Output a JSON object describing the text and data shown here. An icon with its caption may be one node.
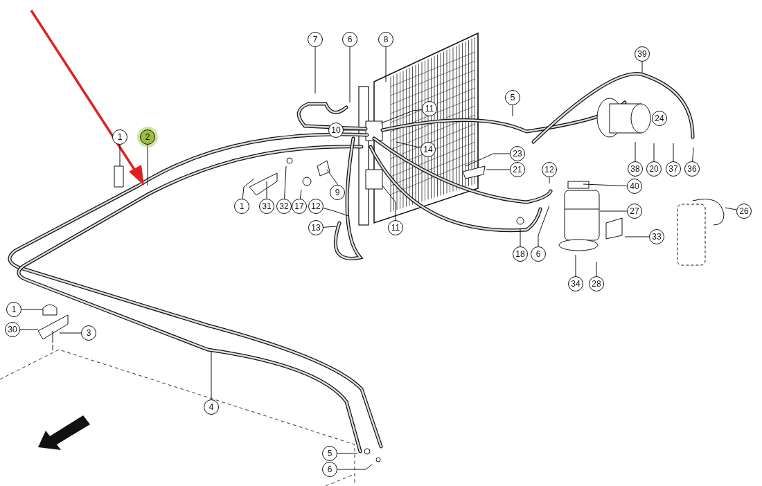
{
  "diagram": {
    "nodes": [
      {
        "text": [
          "7"
        ]
      },
      {
        "text": [
          "6"
        ]
      },
      {
        "text": [
          "8"
        ]
      },
      {
        "text": [
          "39"
        ]
      },
      {
        "text": [
          "5"
        ]
      },
      {
        "text": [
          "11"
        ]
      },
      {
        "text": [
          "10"
        ]
      },
      {
        "text": [
          "1"
        ]
      },
      {
        "text": [
          "2"
        ]
      },
      {
        "text": [
          "14"
        ]
      },
      {
        "text": [
          "23"
        ]
      },
      {
        "text": [
          "21"
        ]
      },
      {
        "text": [
          "38"
        ]
      },
      {
        "text": [
          "20"
        ]
      },
      {
        "text": [
          "37"
        ]
      },
      {
        "text": [
          "36"
        ]
      },
      {
        "text": [
          "12"
        ]
      },
      {
        "text": [
          "9"
        ]
      },
      {
        "text": [
          "40"
        ]
      },
      {
        "text": [
          "1"
        ]
      },
      {
        "text": [
          "31"
        ]
      },
      {
        "text": [
          "32"
        ]
      },
      {
        "text": [
          "17"
        ]
      },
      {
        "text": [
          "12"
        ]
      },
      {
        "text": [
          "27"
        ]
      },
      {
        "text": [
          "26"
        ]
      },
      {
        "text": [
          "13"
        ]
      },
      {
        "text": [
          "11"
        ]
      },
      {
        "text": [
          "33"
        ]
      },
      {
        "text": [
          "18"
        ]
      },
      {
        "text": [
          "6"
        ]
      },
      {
        "text": [
          "34"
        ]
      },
      {
        "text": [
          "28"
        ]
      },
      {
        "text": [
          "1"
        ]
      },
      {
        "text": [
          "30"
        ]
      },
      {
        "text": [
          "3"
        ]
      },
      {
        "text": [
          "4"
        ]
      },
      {
        "text": [
          "5"
        ]
      },
      {
        "text": [
          "6"
        ]
      },
      {
        "text": [
          "24"
        ]
      }
    ],
    "edges": [
      {
        "from": 0,
        "to": null,
        "arrow": "none"
      },
      {
        "from": 1,
        "to": null,
        "arrow": "none"
      },
      {
        "from": 2,
        "to": null,
        "arrow": "none"
      },
      {
        "from": 3,
        "to": null,
        "arrow": "none"
      },
      {
        "from": 4,
        "to": null,
        "arrow": "none"
      },
      {
        "from": 5,
        "to": null,
        "arrow": "none"
      },
      {
        "from": 6,
        "to": null,
        "arrow": "none"
      },
      {
        "from": 7,
        "to": null,
        "arrow": "none"
      },
      {
        "from": 8,
        "to": null,
        "arrow": "none"
      },
      {
        "from": 9,
        "to": null,
        "arrow": "none"
      },
      {
        "from": 10,
        "to": null,
        "arrow": "none"
      },
      {
        "from": 11,
        "to": null,
        "arrow": "none"
      },
      {
        "from": 12,
        "to": null,
        "arrow": "none"
      },
      {
        "from": 13,
        "to": null,
        "arrow": "none"
      },
      {
        "from": 14,
        "to": null,
        "arrow": "none"
      },
      {
        "from": 15,
        "to": null,
        "arrow": "none"
      },
      {
        "from": 16,
        "to": null,
        "arrow": "none"
      },
      {
        "from": 17,
        "to": null,
        "arrow": "none"
      },
      {
        "from": 18,
        "to": null,
        "arrow": "none"
      },
      {
        "from": 19,
        "to": null,
        "arrow": "none"
      },
      {
        "from": 20,
        "to": null,
        "arrow": "none"
      },
      {
        "from": 21,
        "to": null,
        "arrow": "none"
      },
      {
        "from": 22,
        "to": null,
        "arrow": "none"
      },
      {
        "from": 23,
        "to": null,
        "arrow": "none"
      },
      {
        "from": 24,
        "to": null,
        "arrow": "none"
      },
      {
        "from": 25,
        "to": null,
        "arrow": "none"
      },
      {
        "from": 26,
        "to": null,
        "arrow": "none"
      },
      {
        "from": 27,
        "to": null,
        "arrow": "none"
      },
      {
        "from": 28,
        "to": null,
        "arrow": "none"
      },
      {
        "from": 29,
        "to": null,
        "arrow": "none"
      },
      {
        "from": 30,
        "to": null,
        "arrow": "none"
      },
      {
        "from": 31,
        "to": null,
        "arrow": "none"
      },
      {
        "from": 32,
        "to": null,
        "arrow": "none"
      },
      {
        "from": 33,
        "to": null,
        "arrow": "none"
      },
      {
        "from": 34,
        "to": null,
        "arrow": "none"
      },
      {
        "from": 35,
        "to": null,
        "arrow": "none"
      },
      {
        "from": 36,
        "to": null,
        "arrow": "none"
      },
      {
        "from": 37,
        "to": null,
        "arrow": "none"
      },
      {
        "from": 38,
        "to": null,
        "arrow": "none"
      }
    ]
  }
}
